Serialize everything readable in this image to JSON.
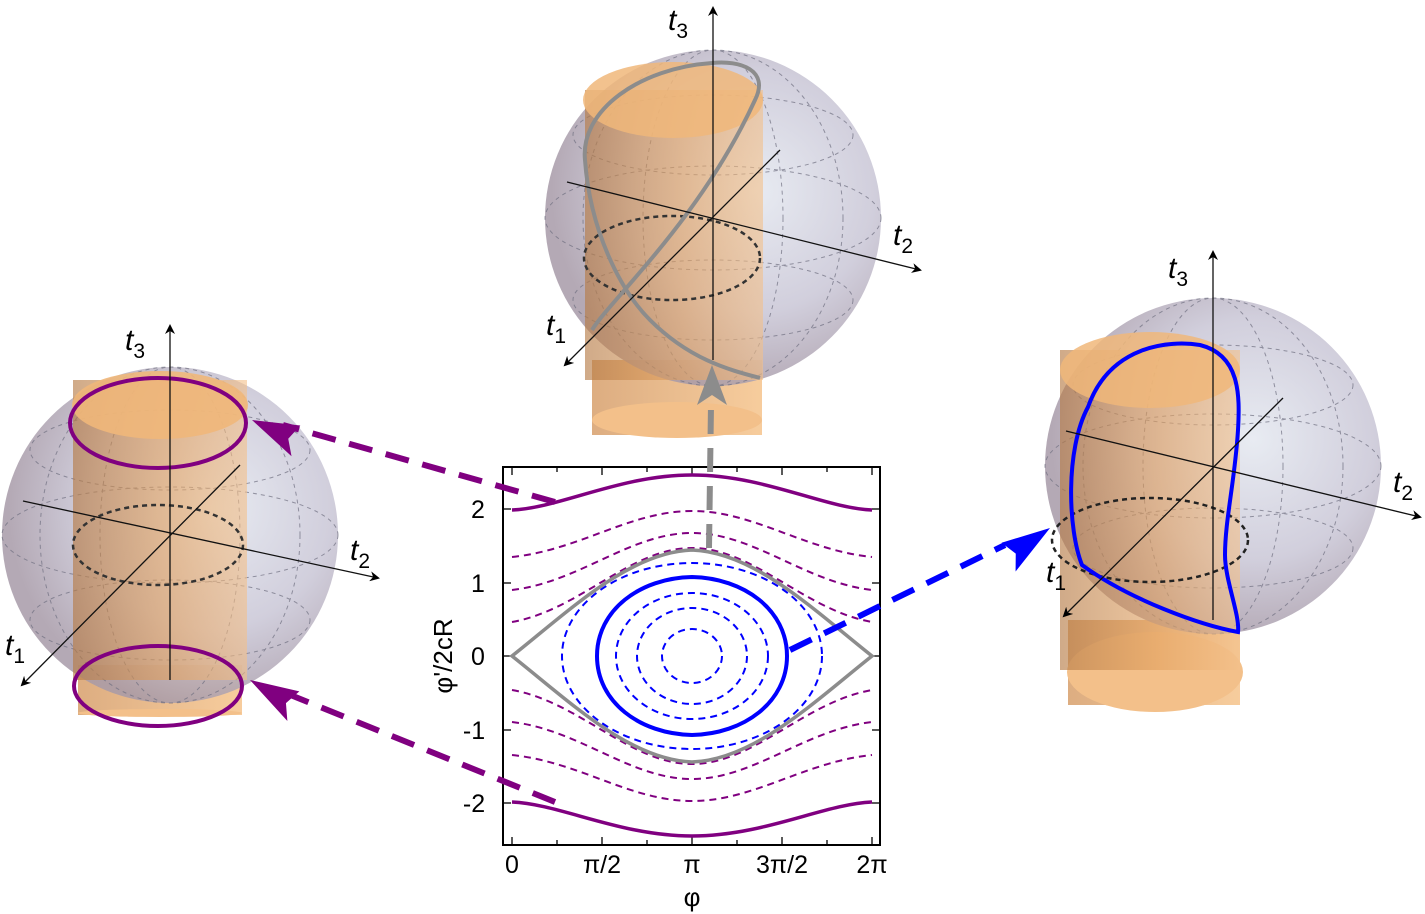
{
  "figure": {
    "axis_labels": {
      "t1": "t",
      "t1_sub": "1",
      "t2": "t",
      "t2_sub": "2",
      "t3": "t",
      "t3_sub": "3"
    },
    "panels": [
      {
        "id": "left",
        "description": "sphere with cylinder, two purple circle trajectories (rotating solutions)",
        "curve_color": "#800080"
      },
      {
        "id": "top",
        "description": "sphere with cylinder, gray figure-eight separatrix curve",
        "curve_color": "#8c8c8c"
      },
      {
        "id": "right",
        "description": "sphere with cylinder, blue closed loop (oscillating solution)",
        "curve_color": "#0000ff"
      }
    ],
    "colors": {
      "sphere": "#c9c6d6",
      "cylinder": "#e8a862",
      "purple": "#800080",
      "gray": "#8c8c8c",
      "blue": "#0000ff"
    }
  },
  "chart_data": {
    "type": "line",
    "title": "",
    "xlabel": "φ",
    "ylabel": "φ'/2cR",
    "xlim": [
      0,
      6.2832
    ],
    "ylim": [
      -2.5,
      2.5
    ],
    "xticks": [
      "0",
      "π/2",
      "π",
      "3π/2",
      "2π"
    ],
    "yticks": [
      "-2",
      "-1",
      "0",
      "1",
      "2"
    ],
    "grid": false,
    "legend": null,
    "series": [
      {
        "name": "purple solid (rotating, upper)",
        "style": "solid",
        "color": "#800080",
        "x": [
          0,
          1.5708,
          3.1416,
          4.7124,
          6.2832
        ],
        "y": [
          1.97,
          2.19,
          2.42,
          2.19,
          1.97
        ]
      },
      {
        "name": "purple solid (rotating, lower)",
        "style": "solid",
        "color": "#800080",
        "x": [
          0,
          1.5708,
          3.1416,
          4.7124,
          6.2832
        ],
        "y": [
          -1.97,
          -2.19,
          -2.42,
          -2.19,
          -1.97
        ]
      },
      {
        "name": "purple dashed 1",
        "style": "dashed",
        "color": "#800080",
        "x": [
          0,
          3.1416,
          6.2832
        ],
        "y": [
          1.32,
          1.93,
          1.32
        ]
      },
      {
        "name": "purple dashed 2",
        "style": "dashed",
        "color": "#800080",
        "x": [
          0,
          3.1416,
          6.2832
        ],
        "y": [
          0.88,
          1.67,
          0.88
        ]
      },
      {
        "name": "purple dashed 3",
        "style": "dashed",
        "color": "#800080",
        "x": [
          0,
          3.1416,
          6.2832
        ],
        "y": [
          0.45,
          1.48,
          0.45
        ]
      },
      {
        "name": "purple dashed -1",
        "style": "dashed",
        "color": "#800080",
        "x": [
          0,
          3.1416,
          6.2832
        ],
        "y": [
          -0.45,
          -1.48,
          -0.45
        ]
      },
      {
        "name": "purple dashed -2",
        "style": "dashed",
        "color": "#800080",
        "x": [
          0,
          3.1416,
          6.2832
        ],
        "y": [
          -0.88,
          -1.67,
          -0.88
        ]
      },
      {
        "name": "purple dashed -3",
        "style": "dashed",
        "color": "#800080",
        "x": [
          0,
          3.1416,
          6.2832
        ],
        "y": [
          -1.32,
          -1.93,
          -1.32
        ]
      },
      {
        "name": "gray separatrix",
        "style": "solid",
        "color": "#8c8c8c",
        "x": [
          0,
          3.1416,
          6.2832
        ],
        "y_upper": [
          0,
          1.42,
          0
        ],
        "y_lower": [
          0,
          -1.42,
          0
        ]
      },
      {
        "name": "blue solid (oscillating)",
        "style": "solid",
        "color": "#0000ff",
        "center": [
          3.1416,
          0
        ],
        "x_halfwidth": 1.55,
        "y_amp": 1.07
      },
      {
        "name": "blue dashed 1",
        "style": "dashed",
        "color": "#0000ff",
        "center": [
          3.1416,
          0
        ],
        "x_halfwidth": 2.3,
        "y_amp": 1.28
      },
      {
        "name": "blue dashed 2",
        "style": "dashed",
        "color": "#0000ff",
        "center": [
          3.1416,
          0
        ],
        "x_halfwidth": 1.2,
        "y_amp": 0.86
      },
      {
        "name": "blue dashed 3",
        "style": "dashed",
        "color": "#0000ff",
        "center": [
          3.1416,
          0
        ],
        "x_halfwidth": 0.82,
        "y_amp": 0.65
      },
      {
        "name": "blue dashed 4",
        "style": "dashed",
        "color": "#0000ff",
        "center": [
          3.1416,
          0
        ],
        "x_halfwidth": 0.48,
        "y_amp": 0.37
      }
    ]
  }
}
